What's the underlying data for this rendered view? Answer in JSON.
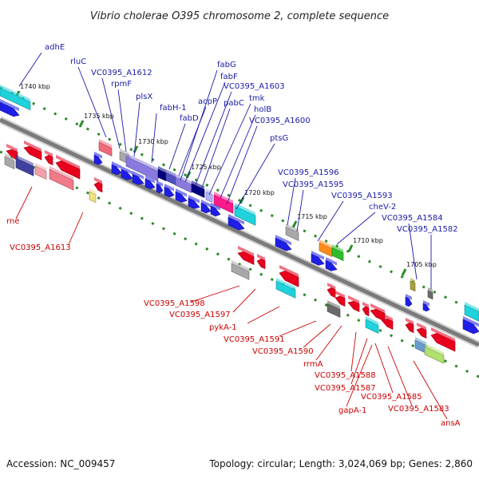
{
  "title": "Vibrio cholerae O395 chromosome 2, complete sequence",
  "footer": {
    "accession": "Accession: NC_009457",
    "summary": "Topology: circular; Length: 3,024,069 bp; Genes: 2,860"
  },
  "colors": {
    "forward_label": "#1a1aa8",
    "reverse_label": "#cc0000",
    "backbone": "#8a8a8a",
    "tick": "#2a8a2a"
  },
  "ticks": [
    "1740 kbp",
    "1735 kbp",
    "1730 kbp",
    "1725 kbp",
    "1720 kbp",
    "1715 kbp",
    "1710 kbp",
    "1705 kbp"
  ],
  "forward_labels": [
    "adhE",
    "rluC",
    "VC0395_A1612",
    "rpmF",
    "plsX",
    "fabH-1",
    "fabD",
    "acpP",
    "fabG",
    "fabF",
    "VC0395_A1603",
    "pabC",
    "tmk",
    "holB",
    "VC0395_A1600",
    "ptsG",
    "VC0395_A1596",
    "VC0395_A1595",
    "VC0395_A1593",
    "cheV-2",
    "VC0395_A1584",
    "VC0395_A1582"
  ],
  "reverse_labels": [
    "rne",
    "VC0395_A1613",
    "VC0395_A1598",
    "VC0395_A1597",
    "pykA-1",
    "VC0395_A1591",
    "VC0395_A1590",
    "rrmA",
    "VC0395_A1588",
    "VC0395_A1587",
    "gapA-1",
    "VC0395_A1585",
    "VC0395_A1583",
    "ansA"
  ]
}
